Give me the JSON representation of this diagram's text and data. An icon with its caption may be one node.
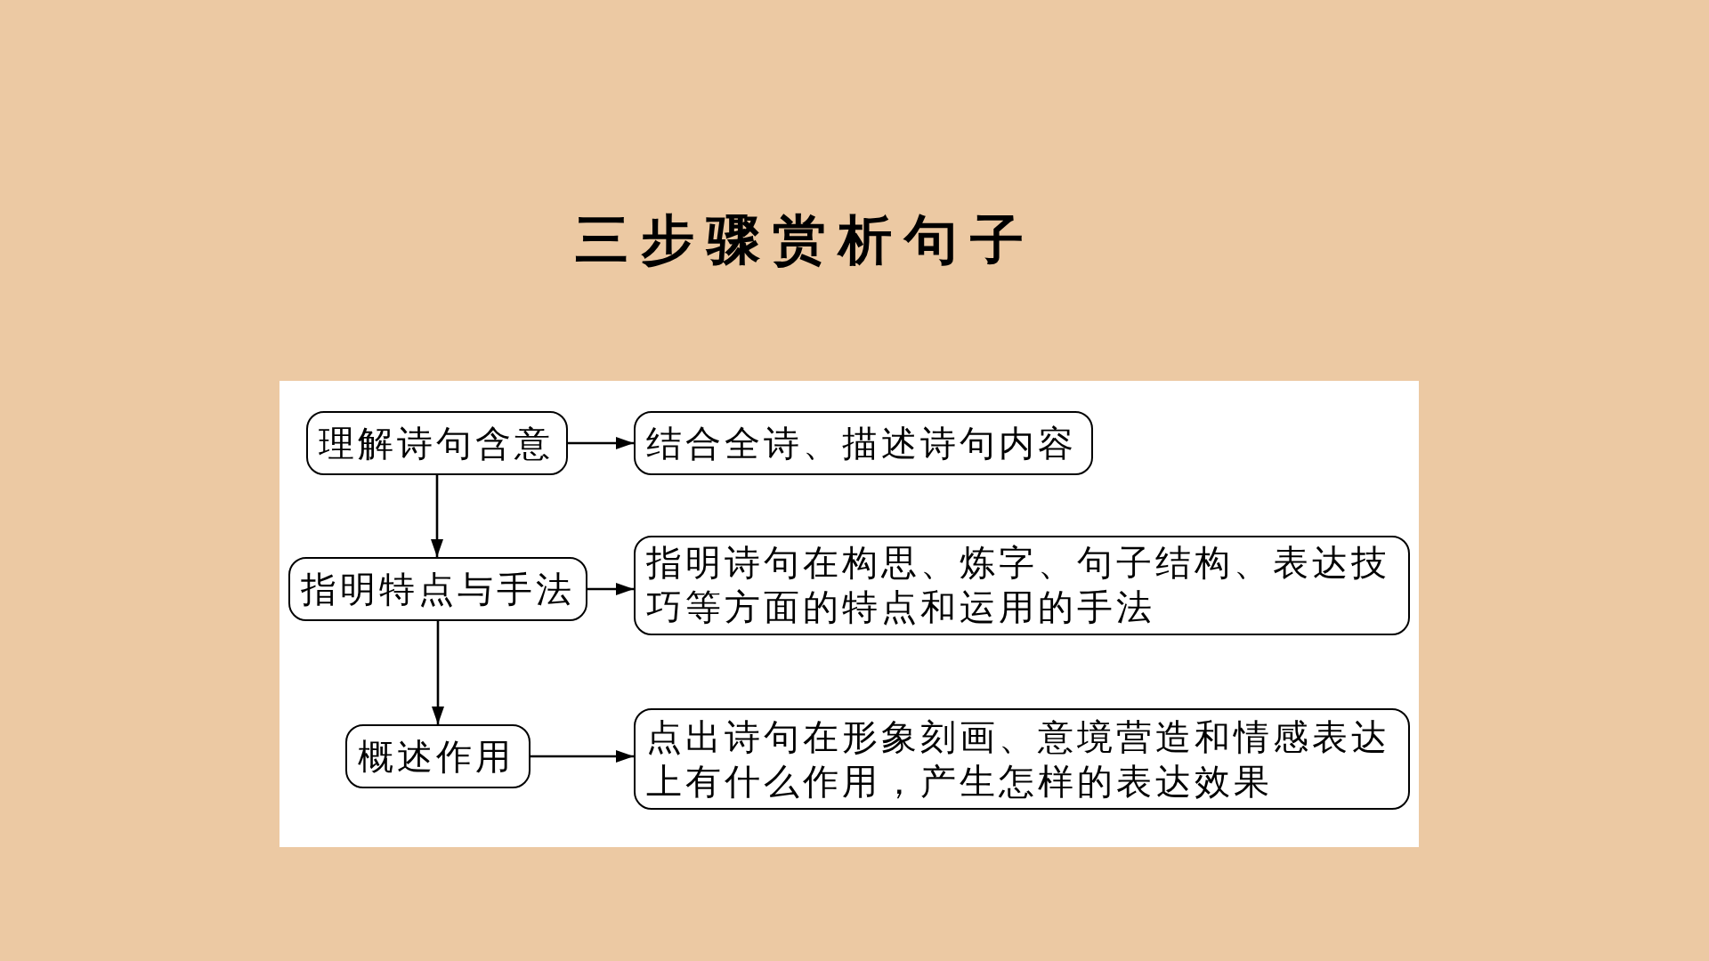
{
  "diagram": {
    "title": "三步骤赏析句子",
    "nodes": [
      {
        "text": [
          "理解诗句含意"
        ]
      },
      {
        "text": [
          "结合全诗、描述诗句内容"
        ]
      },
      {
        "text": [
          "指明特点与手法"
        ]
      },
      {
        "text": [
          "指明诗句在构思、炼字、句子结构、表达技巧等方面的特点和运用的手法"
        ]
      },
      {
        "text": [
          "概述作用"
        ]
      },
      {
        "text": [
          "点出诗句在形象刻画、意境营造和情感表达上有什么作用，产生怎样的表达效果"
        ]
      }
    ],
    "edges": [
      {
        "from": 0,
        "to": 1,
        "arrow": "to"
      },
      {
        "from": 0,
        "to": 2,
        "arrow": "to"
      },
      {
        "from": 2,
        "to": 3,
        "arrow": "to"
      },
      {
        "from": 2,
        "to": 4,
        "arrow": "to"
      },
      {
        "from": 4,
        "to": 5,
        "arrow": "to"
      }
    ]
  }
}
